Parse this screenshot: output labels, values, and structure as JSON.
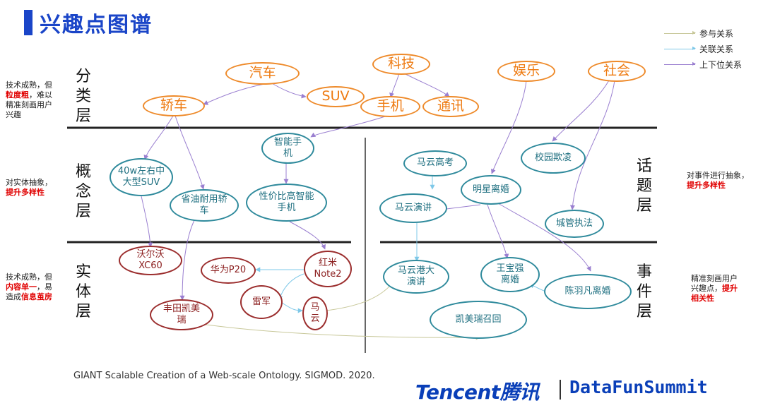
{
  "title": "兴趣点图谱",
  "colors": {
    "accent": "#1a45c8",
    "participate": "#c8c89a",
    "related": "#7ec8e8",
    "hierarchy": "#9a7fd0",
    "category_node": "#ee8a2a",
    "concept_node": "#2f8a9c",
    "entity_node": "#9b2d2d"
  },
  "legend": [
    {
      "label": "参与关系",
      "color": "#c8c89a"
    },
    {
      "label": "关联关系",
      "color": "#7ec8e8"
    },
    {
      "label": "上下位关系",
      "color": "#9a7fd0"
    }
  ],
  "layers": {
    "category": "分类层",
    "concept": "概念层",
    "entity": "实体层",
    "topic": "话题层",
    "event": "事件层"
  },
  "side_notes": {
    "category": {
      "a": "技术成熟，但",
      "b": "粒度粗",
      "c": "，难以",
      "d": "精准刻画用户",
      "e": "兴趣"
    },
    "concept": {
      "a": "对实体抽象，",
      "b": "提升多样性"
    },
    "entity": {
      "a": "技术成熟，但",
      "b": "内容单一",
      "c": "，易",
      "d": "造成",
      "e": "信息茧房"
    },
    "topic": {
      "a": "对事件进行抽象，",
      "b": "提升多样性"
    },
    "event": {
      "a": "精准刻画用户",
      "b": "兴趣点，",
      "c": "提升",
      "d": "相关性"
    }
  },
  "nodes": {
    "qiche": "汽车",
    "keji": "科技",
    "yule": "娱乐",
    "shehui": "社会",
    "jiaoche": "轿车",
    "suv": "SUV",
    "shouji": "手机",
    "tongxun": "通讯",
    "zhineng_a": "智能手",
    "zhineng_b": "机",
    "dasuv_a": "40w左右中",
    "dasuv_b": "大型SUV",
    "naiyong_a": "省油耐用轿",
    "naiyong_b": "车",
    "xingjia_a": "性价比高智能",
    "xingjia_b": "手机",
    "mayungaokao": "马云高考",
    "xiaoyuan": "校园欺凌",
    "mingxing": "明星离婚",
    "mayunyanjiang": "马云演讲",
    "chengguan": "城管执法",
    "woerwo_a": "沃尔沃",
    "woerwo_b": "XC60",
    "huawei": "华为P20",
    "hongmi_a": "红米",
    "hongmi_b": "Note2",
    "leijun": "雷军",
    "fengtian_a": "丰田凯美",
    "fengtian_b": "瑞",
    "mayun_a": "马",
    "mayun_b": "云",
    "gangda_a": "马云港大",
    "gangda_b": "演讲",
    "wangbaoqiang_a": "王宝强",
    "wangbaoqiang_b": "离婚",
    "chenyufan": "陈羽凡离婚",
    "kaimeirui": "凯美瑞召回"
  },
  "citation": "GIANT Scalable Creation of a Web-scale Ontology. SIGMOD. 2020.",
  "brand": {
    "tencent": "Tencent腾讯",
    "datafun": "DataFunSummit"
  }
}
